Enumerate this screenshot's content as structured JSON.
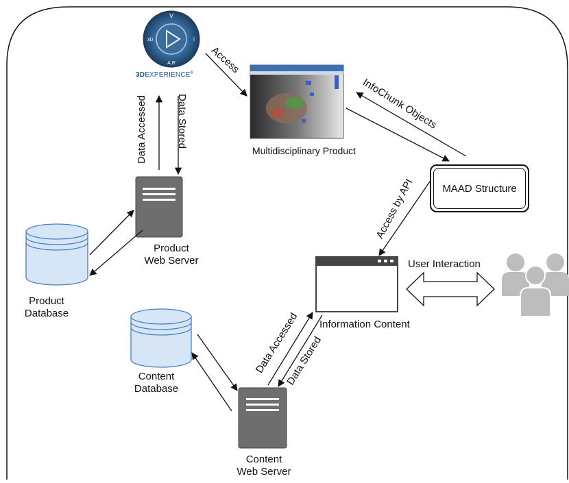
{
  "logo": {
    "brand_prefix": "3D",
    "brand_suffix": "EXPERIENCE",
    "trademark": "®"
  },
  "labels": {
    "access": "Access",
    "infochunk_objects": "InfoChunk Objects",
    "multidisciplinary_product": "Multidisciplinary Product",
    "maad_structure": "MAAD Structure",
    "access_by_api": "Access by API",
    "data_accessed_top": "Data Accessed",
    "data_stored_top": "Data Stored",
    "product_web_server_line1": "Product",
    "product_web_server_line2": "Web Server",
    "product_database_line1": "Product",
    "product_database_line2": "Database",
    "user_interaction": "User Interaction",
    "information_content": "Information Content",
    "content_database_line1": "Content",
    "content_database_line2": "Database",
    "data_accessed_bottom": "Data Accessed",
    "data_stored_bottom": "Data Stored",
    "content_web_server_line1": "Content",
    "content_web_server_line2": "Web Server"
  },
  "colors": {
    "database_fill": "#d6e6f7",
    "database_stroke": "#4a7fc1",
    "server_fill": "#6e6e6e",
    "people_fill": "#bdbdbd",
    "window_dark": "#444444"
  }
}
